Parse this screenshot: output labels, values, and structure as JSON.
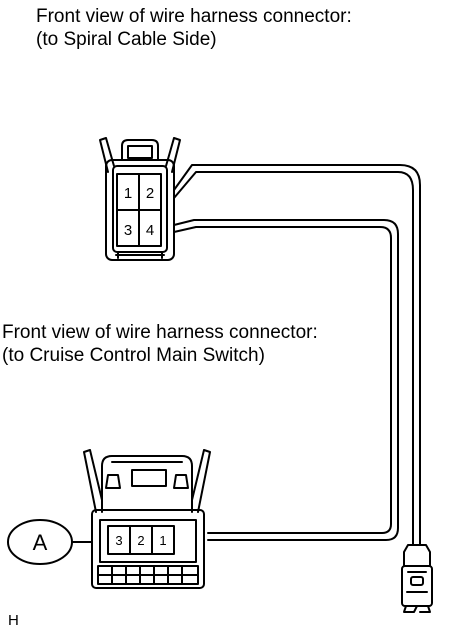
{
  "captions": {
    "top": {
      "line1": "Front view of wire harness connector:",
      "line2": "(to Spiral Cable Side)"
    },
    "middle": {
      "line1": "Front view of wire harness connector:",
      "line2": "(to Cruise Control Main Switch)"
    }
  },
  "top_connector": {
    "pins": [
      "1",
      "2",
      "3",
      "4"
    ]
  },
  "bottom_connector": {
    "pins": [
      "3",
      "2",
      "1"
    ],
    "callout": "A"
  },
  "footer_code": "H"
}
